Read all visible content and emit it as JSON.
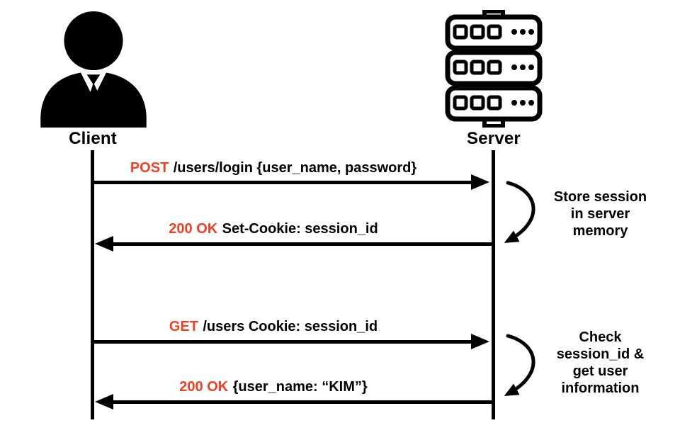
{
  "diagram": {
    "title": "session-cookie-auth-sequence",
    "background": "#ffffff",
    "accent_color": "#EE4123",
    "line_color": "#000000"
  },
  "actors": {
    "client": {
      "label": "Client",
      "icon": "person-icon"
    },
    "server": {
      "label": "Server",
      "icon": "server-rack-icon"
    }
  },
  "messages": [
    {
      "method": "POST",
      "rest": "/users/login {user_name, password}",
      "direction": "right",
      "from": "Client",
      "to": "Server"
    },
    {
      "method": "200 OK",
      "rest": "Set-Cookie: session_id",
      "direction": "left",
      "from": "Server",
      "to": "Client"
    },
    {
      "method": "GET",
      "rest": "/users Cookie: session_id",
      "direction": "right",
      "from": "Client",
      "to": "Server"
    },
    {
      "method": "200 OK",
      "rest": "{user_name: “KIM”}",
      "direction": "left",
      "from": "Server",
      "to": "Client"
    }
  ],
  "annotations": [
    {
      "text": "Store session\nin server\nmemory"
    },
    {
      "text": "Check\nsession_id &\nget user\ninformation"
    }
  ]
}
